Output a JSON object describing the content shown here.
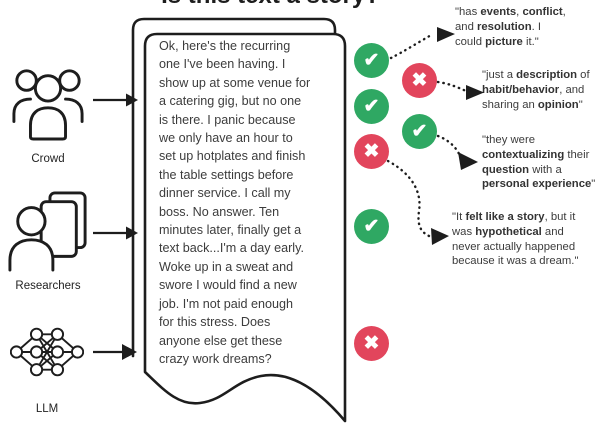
{
  "title": "Is this text a story?",
  "symbols": {
    "check": "✔",
    "cross": "✖"
  },
  "colors": {
    "check_green": "#2fa863",
    "cross_red": "#e2455c",
    "ink": "#1d1d1d"
  },
  "sources": [
    {
      "label": "Crowd"
    },
    {
      "label": "Researchers"
    },
    {
      "label": "LLM"
    }
  ],
  "post": {
    "text": "Ok, here's the recurring\none I've been having. I\nshow up at some venue for\na catering gig, but no one\nis there. I panic because\nwe only have an hour to\nset up hotplates and finish\nthe table settings before\ndinner service. I call my\nboss. No answer. Ten\nminutes later, finally get a\ntext back...I'm a day early.\nWoke up in a sweat and\nswore I would find a new\njob. I'm not paid enough\nfor this stress. Does\nanyone else get these\ncrazy work dreams?"
  },
  "judgments": {
    "column1": [
      "check",
      "check",
      "cross",
      "check",
      "cross"
    ],
    "column2": [
      "cross",
      "check"
    ]
  },
  "quotes": [
    {
      "segments": [
        {
          "t": "\"has ",
          "b": false
        },
        {
          "t": "events",
          "b": true
        },
        {
          "t": ", ",
          "b": false
        },
        {
          "t": "conflict",
          "b": true
        },
        {
          "t": ",\nand ",
          "b": false
        },
        {
          "t": "resolution",
          "b": true
        },
        {
          "t": ". I\ncould ",
          "b": false
        },
        {
          "t": "picture",
          "b": true
        },
        {
          "t": " it.\"",
          "b": false
        }
      ]
    },
    {
      "segments": [
        {
          "t": "\"just a ",
          "b": false
        },
        {
          "t": "description",
          "b": true
        },
        {
          "t": " of\n",
          "b": false
        },
        {
          "t": "habit/behavior",
          "b": true
        },
        {
          "t": ", and\nsharing an ",
          "b": false
        },
        {
          "t": "opinion",
          "b": true
        },
        {
          "t": "\"",
          "b": false
        }
      ]
    },
    {
      "segments": [
        {
          "t": "\"they were\n",
          "b": false
        },
        {
          "t": "contextualizing",
          "b": true
        },
        {
          "t": " their\n",
          "b": false
        },
        {
          "t": "question",
          "b": true
        },
        {
          "t": " with a\n",
          "b": false
        },
        {
          "t": "personal experience",
          "b": true
        },
        {
          "t": "\"",
          "b": false
        }
      ]
    },
    {
      "segments": [
        {
          "t": "\"It ",
          "b": false
        },
        {
          "t": "felt like a story",
          "b": true
        },
        {
          "t": ", but it\nwas ",
          "b": false
        },
        {
          "t": "hypothetical",
          "b": true
        },
        {
          "t": " and\nnever actually happened\nbecause it was a dream.\"",
          "b": false
        }
      ]
    }
  ]
}
